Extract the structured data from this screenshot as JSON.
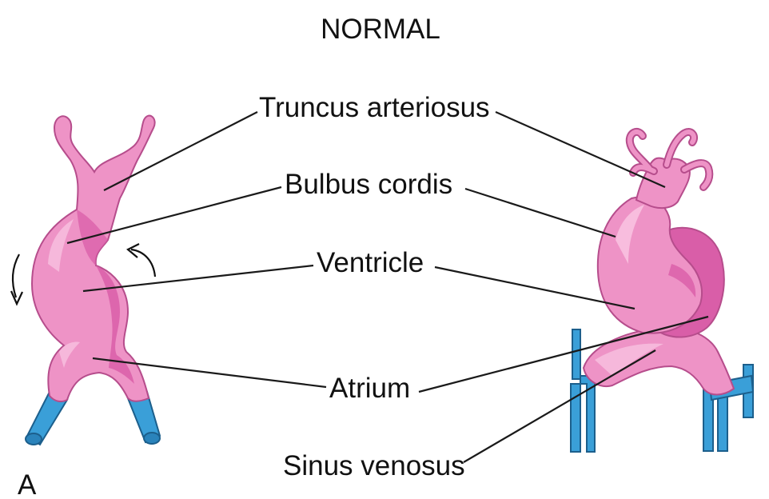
{
  "figure": {
    "title": "NORMAL",
    "panel_letter": "A",
    "labels": {
      "truncus": "Truncus arteriosus",
      "bulbus": "Bulbus cordis",
      "ventricle": "Ventricle",
      "atrium": "Atrium",
      "sinus": "Sinus venosus"
    }
  },
  "colors": {
    "heart_tissue": "#ee93c6",
    "heart_shade": "#d95ea8",
    "heart_highlight": "#f8c2e0",
    "heart_outline": "#b64d8c",
    "vessel_blue": "#3a9fd8",
    "vessel_outline": "#1c5f8c",
    "leader_line": "#1a1a1a"
  }
}
